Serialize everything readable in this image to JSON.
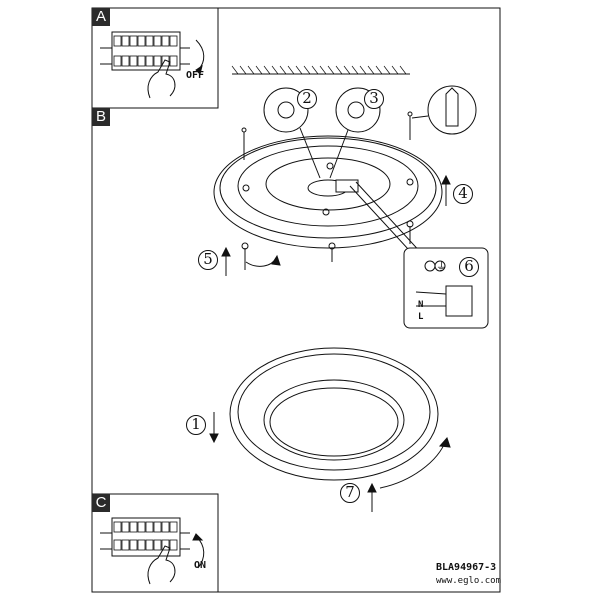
{
  "panels": {
    "a": {
      "label": "A",
      "state": "OFF"
    },
    "b": {
      "label": "B"
    },
    "c": {
      "label": "C",
      "state": "ON"
    }
  },
  "steps": [
    "1",
    "2",
    "3",
    "4",
    "5",
    "6",
    "7"
  ],
  "footer": {
    "code": "BLA94967-3",
    "website": "www.eglo.com"
  },
  "terminal": {
    "earth": "⏚",
    "neutral": "N",
    "live": "L"
  },
  "colors": {
    "line": "#111111",
    "label_bg": "#2b2b2b"
  }
}
